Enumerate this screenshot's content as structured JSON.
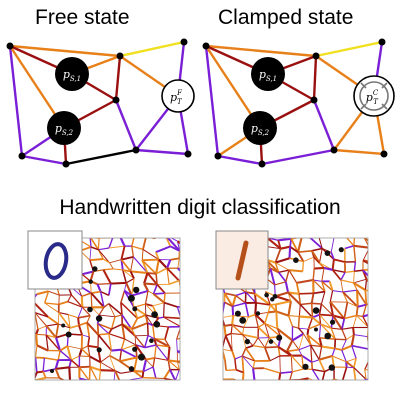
{
  "panels": {
    "free": {
      "title": "Free state",
      "input_label_1": "p",
      "input_sub_1": "S,1",
      "input_label_2": "p",
      "input_sub_2": "S,2",
      "output_label": "p",
      "output_sup": "F",
      "output_sub": "T"
    },
    "clamped": {
      "title": "Clamped state",
      "input_label_1": "p",
      "input_sub_1": "S,1",
      "input_label_2": "p",
      "input_sub_2": "S,2",
      "output_label": "p",
      "output_sup": "C",
      "output_sub": "T"
    }
  },
  "task": {
    "title": "Handwritten digit classification"
  },
  "colors": {
    "purple": "#7a1fd6",
    "orange": "#e8801a",
    "darkred": "#9a1010",
    "yellow": "#f0e020",
    "black": "#000000",
    "gray": "#777777"
  },
  "digit_examples": [
    {
      "digit": "0",
      "color": "#2a2a8a"
    },
    {
      "digit": "1",
      "color": "#b5501a"
    }
  ]
}
